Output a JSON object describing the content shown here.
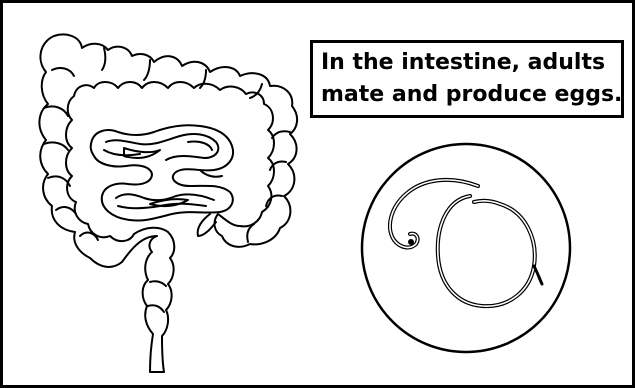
{
  "caption": {
    "line1": "In the intestine, adults",
    "line2": "mate and produce eggs."
  },
  "illustrations": {
    "intestine": "intestine-illustration",
    "worms": "magnified-adult-worms"
  },
  "colors": {
    "stroke": "#000000",
    "background": "#ffffff"
  }
}
